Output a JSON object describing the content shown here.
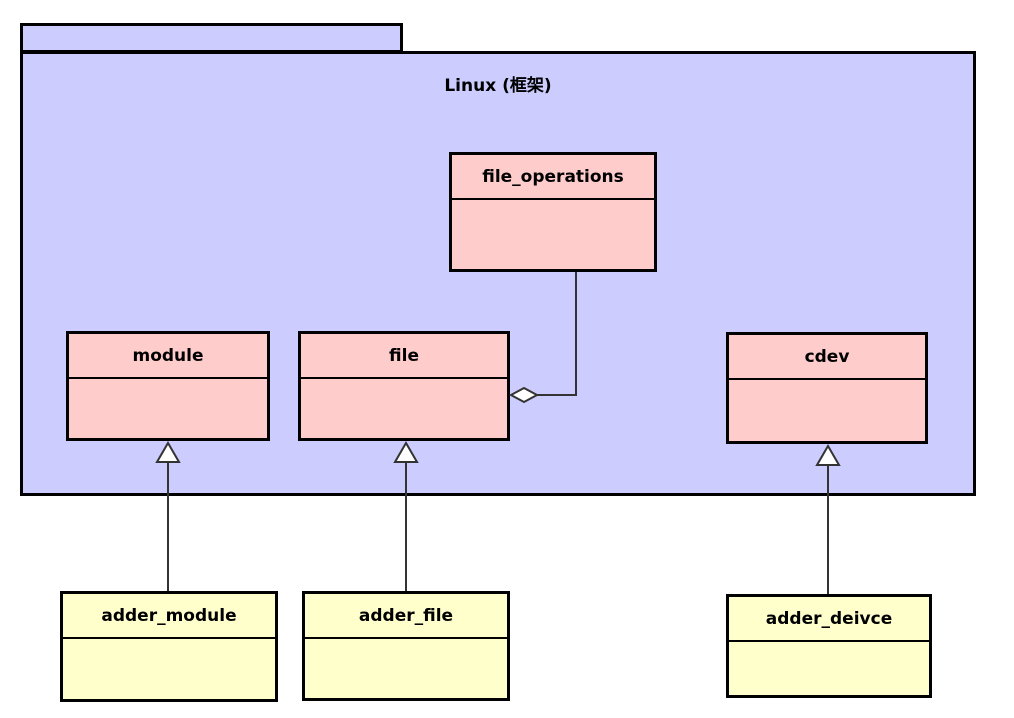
{
  "package": {
    "title": "Linux (框架)"
  },
  "classes": {
    "file_operations": "file_operations",
    "module": "module",
    "file": "file",
    "cdev": "cdev",
    "adder_module": "adder_module",
    "adder_file": "adder_file",
    "adder_deivce": "adder_deivce"
  },
  "relations": [
    {
      "type": "generalization",
      "from": "adder_module",
      "to": "module"
    },
    {
      "type": "generalization",
      "from": "adder_file",
      "to": "file"
    },
    {
      "type": "generalization",
      "from": "adder_deivce",
      "to": "cdev"
    },
    {
      "type": "aggregation",
      "whole": "file",
      "part": "file_operations"
    }
  ],
  "colors": {
    "package_fill": "#ccccff",
    "framework_class_fill": "#ffcccc",
    "app_class_fill": "#ffffcc",
    "stroke": "#000000"
  }
}
